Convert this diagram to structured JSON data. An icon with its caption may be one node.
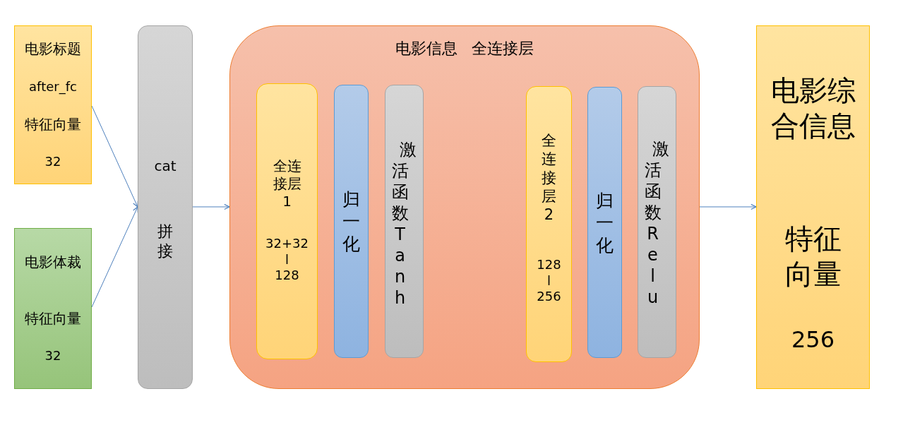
{
  "diagram": {
    "nodes": [
      {
        "text": [
          "电影标题",
          "after_fc",
          "特征向量",
          "32"
        ]
      },
      {
        "text": [
          "电影体裁",
          "特征向量",
          "32"
        ]
      },
      {
        "text": [
          "cat",
          "拼接"
        ]
      },
      {
        "text": [
          "电影信息 全连接层"
        ]
      },
      {
        "text": [
          "全连接层1",
          "32+32 l 128"
        ],
        "in": 3
      },
      {
        "text": [
          "归一化"
        ],
        "in": 3
      },
      {
        "text": [
          "激活函数Tanh"
        ],
        "in": 3
      },
      {
        "text": [
          "全连接层2",
          "128 l 256"
        ],
        "in": 3
      },
      {
        "text": [
          "归一化"
        ],
        "in": 3
      },
      {
        "text": [
          "激活函数Relu"
        ],
        "in": 3
      },
      {
        "text": [
          "电影综合信息",
          "特征向量",
          "256"
        ]
      }
    ],
    "edges": [
      {
        "from": 0,
        "to": 2,
        "arrow": "to"
      },
      {
        "from": 1,
        "to": 2,
        "arrow": "to"
      },
      {
        "from": 2,
        "to": 3,
        "arrow": "to"
      },
      {
        "from": 3,
        "to": 10,
        "arrow": "to"
      }
    ]
  }
}
